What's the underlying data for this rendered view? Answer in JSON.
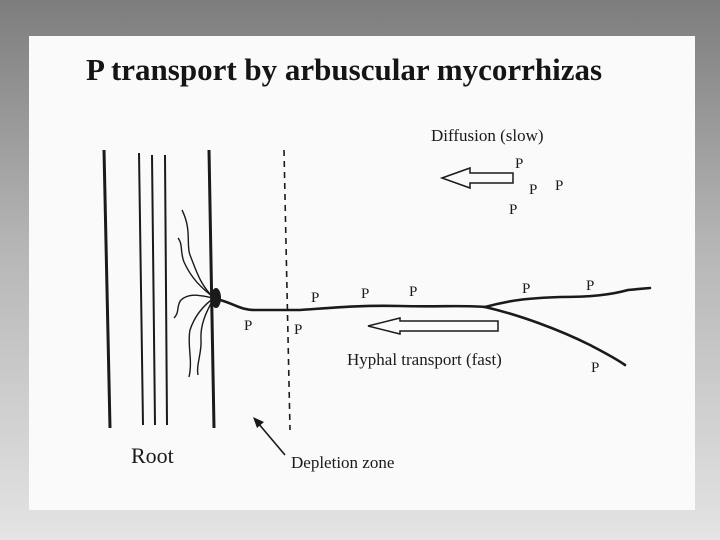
{
  "title": "P transport by arbuscular mycorrhizas",
  "labels": {
    "diffusion": "Diffusion (slow)",
    "hyphal": "Hyphal transport (fast)",
    "root": "Root",
    "depletion": "Depletion zone"
  },
  "p_symbol": "P",
  "colors": {
    "ink": "#1a1a1a",
    "slide": "#fafafa"
  }
}
